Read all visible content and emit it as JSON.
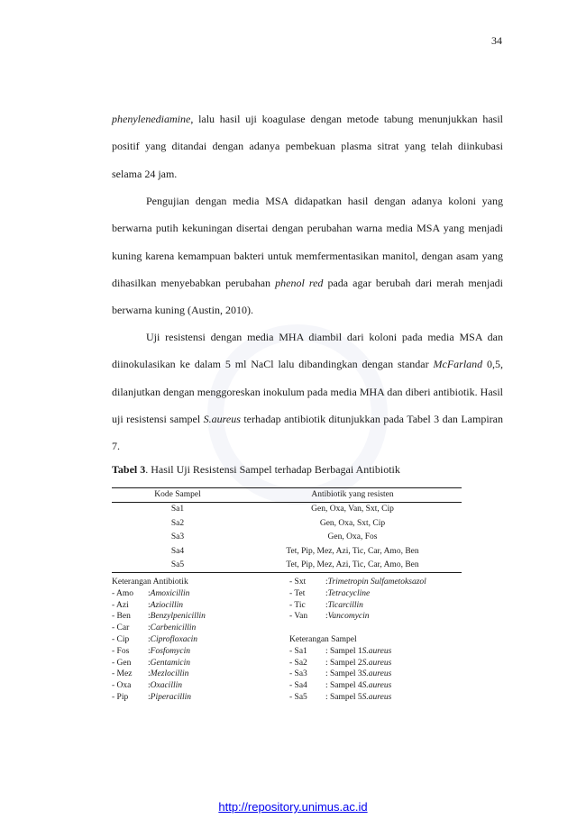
{
  "page_number": "34",
  "paragraphs": {
    "p1": {
      "italic_start": "phenylenediamine",
      "text": ", lalu hasil uji koagulase dengan metode tabung menunjukkan hasil positif yang ditandai dengan adanya pembekuan plasma sitrat yang telah diinkubasi selama 24 jam."
    },
    "p2": {
      "text_a": "Pengujian dengan media MSA didapatkan hasil dengan adanya koloni yang berwarna putih kekuningan disertai dengan perubahan warna media MSA yang menjadi kuning karena kemampuan bakteri untuk memfermentasikan manitol, dengan asam yang dihasilkan menyebabkan perubahan ",
      "italic": "phenol red",
      "text_b": " pada agar berubah dari merah menjadi berwarna kuning (Austin, 2010)."
    },
    "p3": {
      "text_a": "Uji resistensi dengan media MHA diambil dari koloni pada media MSA dan diinokulasikan ke dalam 5 ml NaCl lalu dibandingkan dengan standar ",
      "italic_a": "McFarland",
      "text_b": " 0,5, dilanjutkan dengan menggoreskan inokulum pada media MHA dan diberi antibiotik. Hasil uji resistensi sampel ",
      "italic_b": "S.aureus",
      "text_c": " terhadap antibiotik ditunjukkan pada Tabel 3 dan Lampiran 7."
    }
  },
  "caption": {
    "label": "Tabel 3",
    "text": ". Hasil Uji Resistensi Sampel terhadap Berbagai Antibiotik"
  },
  "table": {
    "headers": [
      "Kode Sampel",
      "Antibiotik yang resisten"
    ],
    "rows": [
      [
        "Sa1",
        "Gen, Oxa, Van, Sxt, Cip"
      ],
      [
        "Sa2",
        "Gen, Oxa, Sxt, Cip"
      ],
      [
        "Sa3",
        "Gen, Oxa,  Fos"
      ],
      [
        "Sa4",
        "Tet, Pip, Mez, Azi, Tic, Car, Amo, Ben"
      ],
      [
        "Sa5",
        "Tet, Pip, Mez, Azi, Tic, Car, Amo, Ben"
      ]
    ]
  },
  "legend": {
    "antibiotic_title": "Keterangan Antibiotik",
    "antibiotics_left": [
      [
        "- Amo",
        ": ",
        "Amoxicillin"
      ],
      [
        "- Azi",
        ": ",
        "Aziocillin"
      ],
      [
        "- Ben",
        ": ",
        "Benzylpenicillin"
      ],
      [
        "- Car",
        ": ",
        "Carbenicillin"
      ],
      [
        "- Cip",
        ": ",
        "Ciprofloxacin"
      ],
      [
        "- Fos",
        ": ",
        "Fosfomycin"
      ],
      [
        "- Gen",
        ": ",
        "Gentamicin"
      ],
      [
        "- Mez",
        ": ",
        "Mezlocillin"
      ],
      [
        "- Oxa",
        ": ",
        "Oxacillin"
      ],
      [
        "- Pip",
        ": ",
        "Piperacillin"
      ]
    ],
    "antibiotics_right": [
      [
        "- Sxt",
        ": ",
        "Trimetropin Sulfametoksazol"
      ],
      [
        "- Tet",
        ": ",
        "Tetracycline"
      ],
      [
        "- Tic",
        ": ",
        "Ticarcillin"
      ],
      [
        "- Van",
        ": ",
        "Vancomycin"
      ]
    ],
    "sample_title": "Keterangan Sampel",
    "samples": [
      [
        "- Sa1",
        ": Sampel 1 ",
        "S.aureus"
      ],
      [
        "- Sa2",
        ": Sampel 2 ",
        "S.aureus"
      ],
      [
        "- Sa3",
        ": Sampel 3 ",
        "S.aureus"
      ],
      [
        "- Sa4",
        ": Sampel 4 ",
        "S.aureus"
      ],
      [
        "- Sa5",
        ": Sampel 5 ",
        "S.aureus"
      ]
    ]
  },
  "footer_link": "http://repository.unimus.ac.id",
  "colors": {
    "link": "#0000ee",
    "text": "#1a1a1a"
  }
}
